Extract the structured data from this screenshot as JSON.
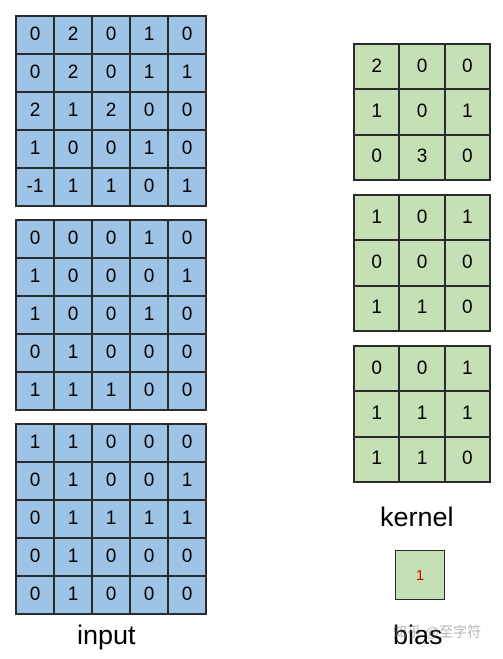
{
  "inputs": [
    [
      [
        "0",
        "2",
        "0",
        "1",
        "0"
      ],
      [
        "0",
        "2",
        "0",
        "1",
        "1"
      ],
      [
        "2",
        "1",
        "2",
        "0",
        "0"
      ],
      [
        "1",
        "0",
        "0",
        "1",
        "0"
      ],
      [
        "-1",
        "1",
        "1",
        "0",
        "1"
      ]
    ],
    [
      [
        "0",
        "0",
        "0",
        "1",
        "0"
      ],
      [
        "1",
        "0",
        "0",
        "0",
        "1"
      ],
      [
        "1",
        "0",
        "0",
        "1",
        "0"
      ],
      [
        "0",
        "1",
        "0",
        "0",
        "0"
      ],
      [
        "1",
        "1",
        "1",
        "0",
        "0"
      ]
    ],
    [
      [
        "1",
        "1",
        "0",
        "0",
        "0"
      ],
      [
        "0",
        "1",
        "0",
        "0",
        "1"
      ],
      [
        "0",
        "1",
        "1",
        "1",
        "1"
      ],
      [
        "0",
        "1",
        "0",
        "0",
        "0"
      ],
      [
        "0",
        "1",
        "0",
        "0",
        "0"
      ]
    ]
  ],
  "kernels": [
    [
      [
        "2",
        "0",
        "0"
      ],
      [
        "1",
        "0",
        "1"
      ],
      [
        "0",
        "3",
        "0"
      ]
    ],
    [
      [
        "1",
        "0",
        "1"
      ],
      [
        "0",
        "0",
        "0"
      ],
      [
        "1",
        "1",
        "0"
      ]
    ],
    [
      [
        "0",
        "0",
        "1"
      ],
      [
        "1",
        "1",
        "1"
      ],
      [
        "1",
        "1",
        "0"
      ]
    ]
  ],
  "bias": {
    "value": "1",
    "color": "#e00000"
  },
  "labels": {
    "input": "input",
    "kernel": "kernel",
    "bias": "bias"
  },
  "watermark": "知乎 @至字符",
  "colors": {
    "input_fill": "#9dc3e6",
    "kernel_fill": "#c5e0b4",
    "border": "#2b2b2b"
  }
}
